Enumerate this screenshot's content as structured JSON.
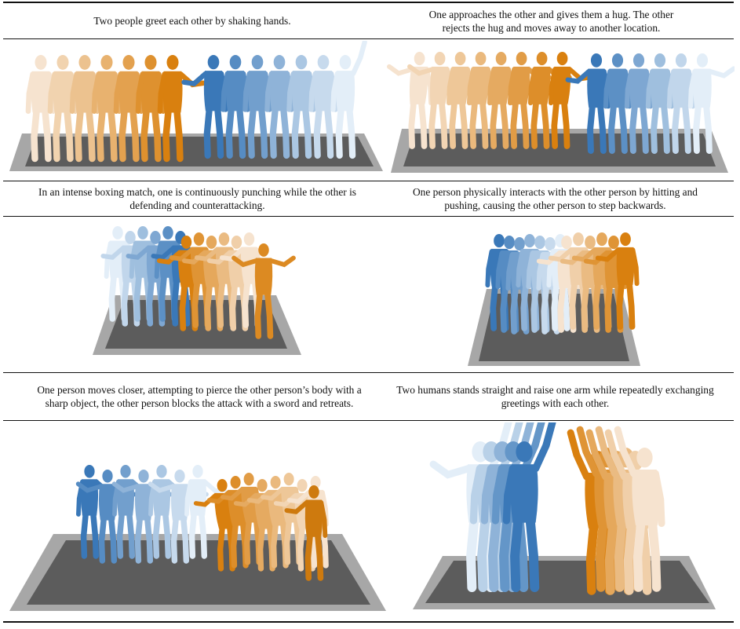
{
  "panels": [
    {
      "id": "greet",
      "caption": "Two people greet each other by shaking hands."
    },
    {
      "id": "hug",
      "caption": "One approaches the other and gives them a hug. The other rejects the hug and moves away to another location."
    },
    {
      "id": "boxing",
      "caption": "In an intense boxing match, one is continuously punching while the other is defending and counterattacking."
    },
    {
      "id": "push",
      "caption": "One person physically interacts with the other person by hitting and pushing, causing the other person to step backwards."
    },
    {
      "id": "sword",
      "caption": "One person moves closer, attempting to pierce the other person’s body with a sharp object, the other person blocks the attack with a sword and retreats."
    },
    {
      "id": "wave",
      "caption": "Two humans stands straight and raise one arm while repeatedly exchanging greetings with each other."
    }
  ],
  "colors": {
    "orange_dark": "#d9800f",
    "orange_light": "#f6e3cf",
    "blue_dark": "#3a78b8",
    "blue_light": "#e3eef8",
    "floor": "#5c5c5c",
    "floor_rim": "#a7a7a7"
  }
}
